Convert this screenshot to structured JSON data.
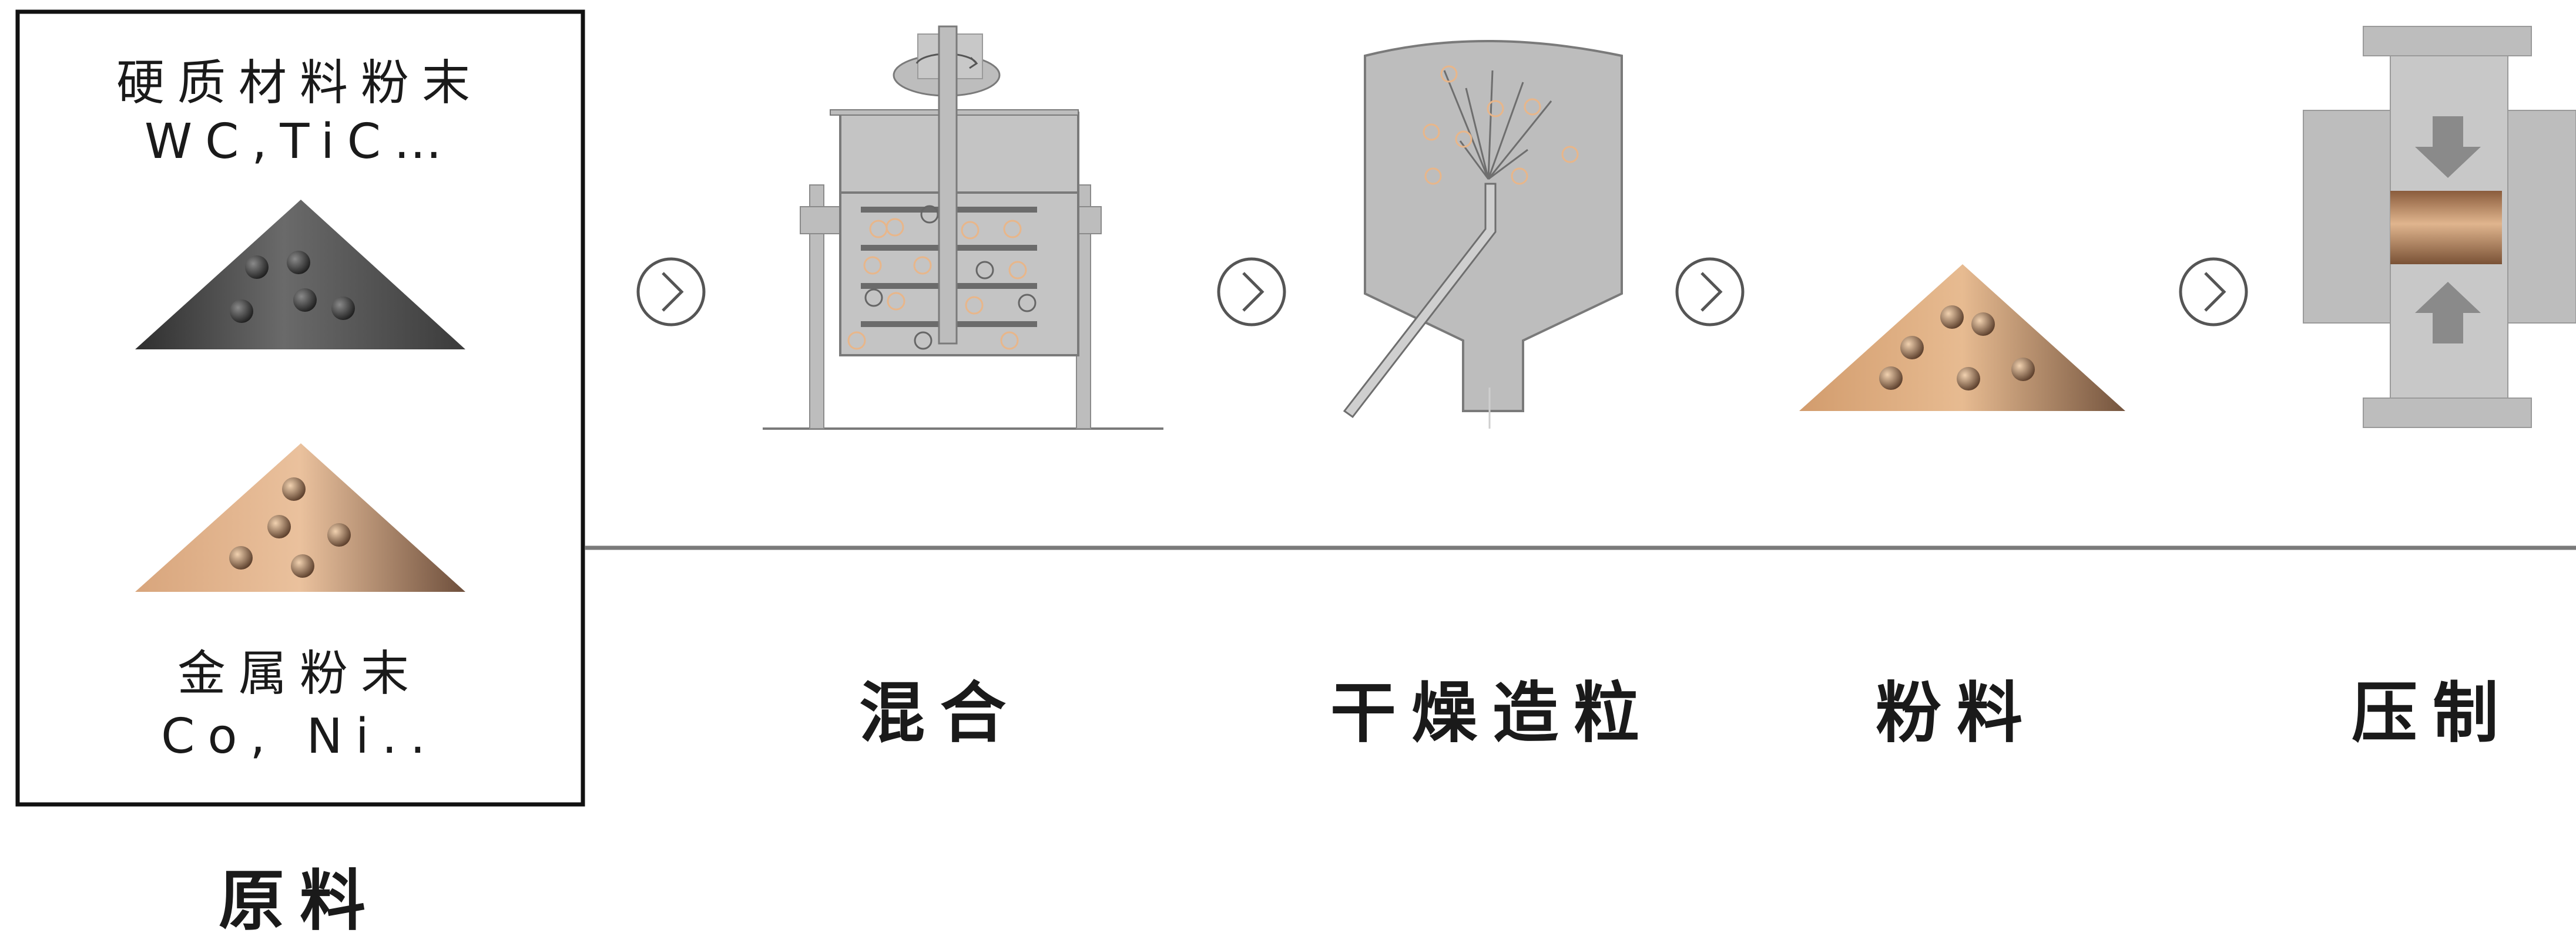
{
  "raw_material": {
    "hard_powder_name": "硬质材料粉末",
    "hard_powder_formula": "WC,TiC…",
    "metal_powder_name": "金属粉末",
    "metal_powder_formula": "Co, Ni..",
    "stage_label": "原料"
  },
  "stages": [
    {
      "label": "混合",
      "icon": "mixer-tank-icon"
    },
    {
      "label": "干燥造粒",
      "icon": "spray-dryer-icon"
    },
    {
      "label": "粉料",
      "icon": "powder-pile-icon"
    },
    {
      "label": "压制",
      "icon": "press-die-icon"
    }
  ],
  "arrow_icon": "chevron-right-circle-icon",
  "colors": {
    "hard_powder": "#3c3c3c",
    "metal_powder": "#c79a74",
    "equipment_gray": "#bdbdbd",
    "particle_outline": "#e8b68a"
  }
}
